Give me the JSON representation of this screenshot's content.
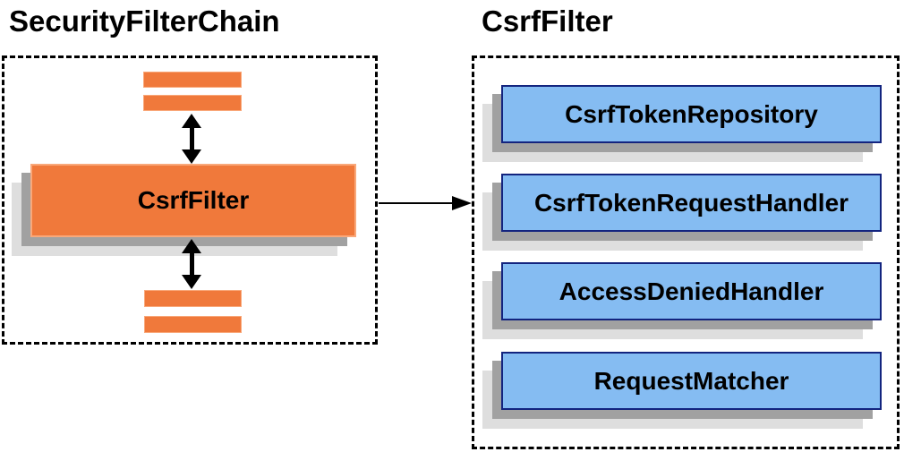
{
  "left_panel": {
    "title": "SecurityFilterChain",
    "csrf_filter_label": "CsrfFilter"
  },
  "right_panel": {
    "title": "CsrfFilter",
    "components": [
      {
        "label": "CsrfTokenRepository"
      },
      {
        "label": "CsrfTokenRequestHandler"
      },
      {
        "label": "AccessDeniedHandler"
      },
      {
        "label": "RequestMatcher"
      }
    ]
  },
  "colors": {
    "box_orange": "#F0793B",
    "box_orange_border": "#F9A87A",
    "box_blue": "#85BCF2",
    "box_blue_border": "#13247F",
    "shadow_dark": "#A1A1A1",
    "shadow_light": "#DEDEDE",
    "arrow": "#000000",
    "dashed_border": "#000000"
  }
}
